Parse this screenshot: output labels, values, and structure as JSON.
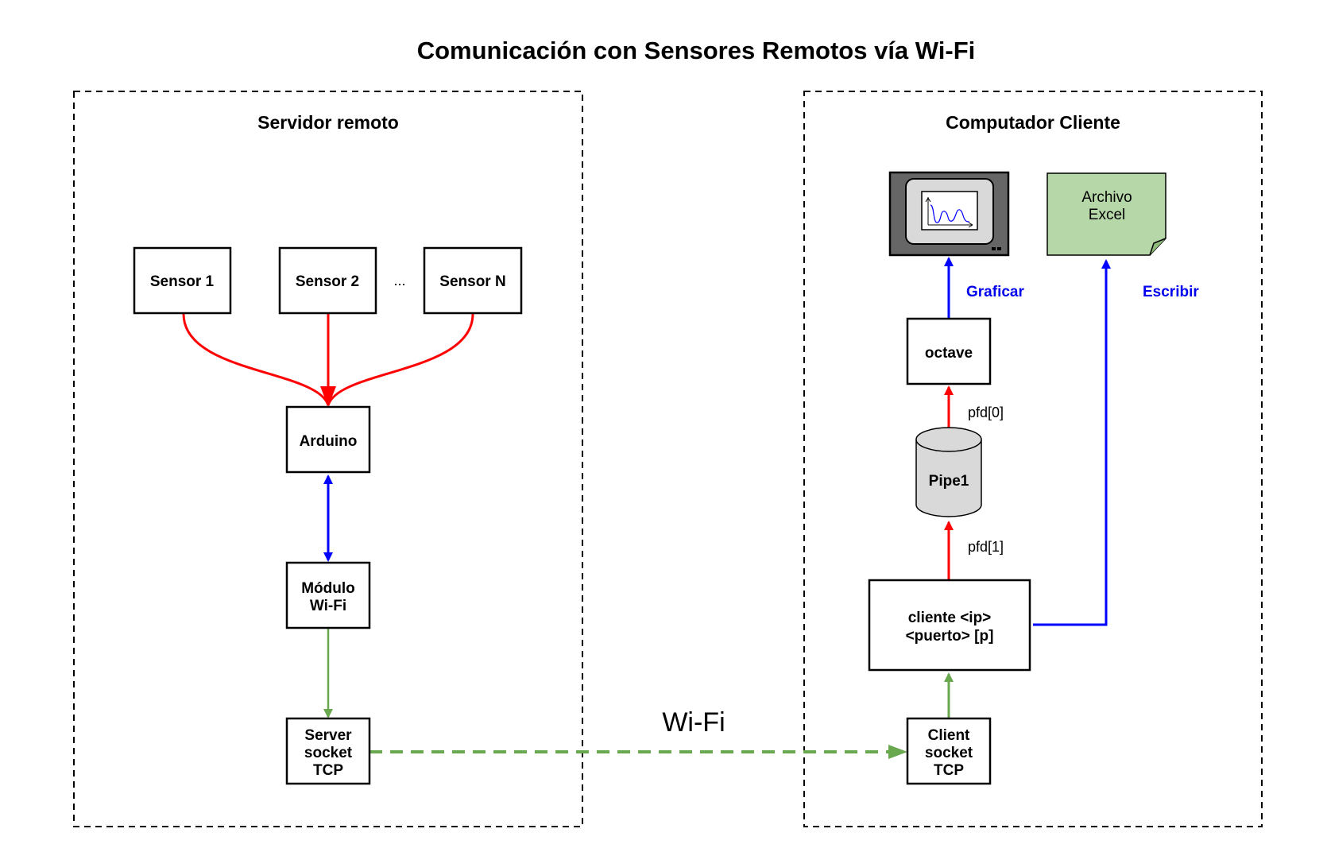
{
  "title": "Comunicación con Sensores Remotos vía Wi-Fi",
  "groups": {
    "server": {
      "title": "Servidor remoto"
    },
    "client": {
      "title": "Computador Cliente"
    }
  },
  "nodes": {
    "sensor1": "Sensor 1",
    "sensor2": "Sensor 2",
    "ellipsis": "...",
    "sensorN": "Sensor N",
    "arduino": "Arduino",
    "wifi_module": [
      "Módulo",
      "Wi-Fi"
    ],
    "server_socket": [
      "Server",
      "socket",
      "TCP"
    ],
    "client_socket": [
      "Client",
      "socket",
      "TCP"
    ],
    "cliente": [
      "cliente <ip>",
      "<puerto> [p]"
    ],
    "pipe": "Pipe1",
    "octave": "octave",
    "excel": [
      "Archivo",
      "Excel"
    ]
  },
  "edge_labels": {
    "graficar": "Graficar",
    "escribir": "Escribir",
    "pfd0": "pfd[0]",
    "pfd1": "pfd[1]",
    "wifi": "Wi-Fi"
  },
  "colors": {
    "red": "#ff0000",
    "blue": "#0000ff",
    "green": "#6aa84f",
    "monitor_dark": "#666666",
    "monitor_light": "#d9d9d9",
    "excel_fill": "#b6d7a8",
    "pipe_fill": "#d9d9d9"
  }
}
